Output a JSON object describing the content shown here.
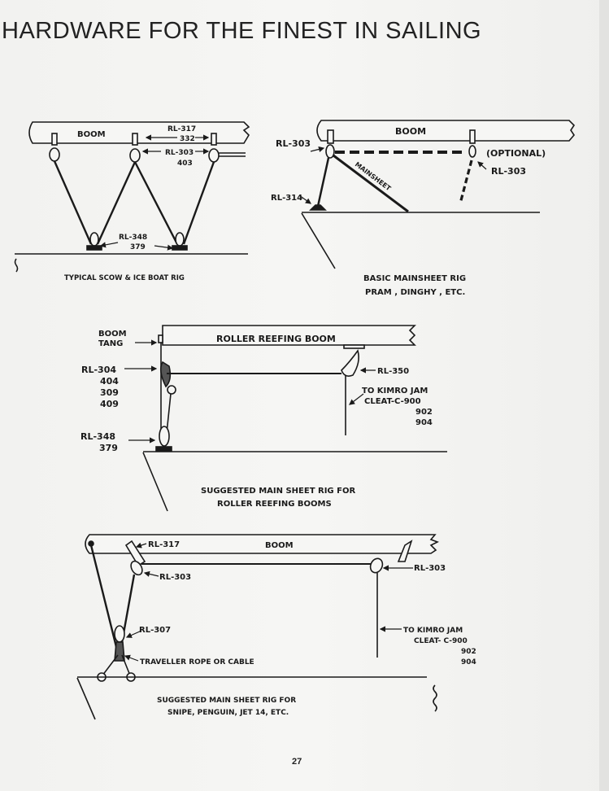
{
  "page": {
    "title": "HARDWARE FOR THE FINEST IN SAILING",
    "page_number": "27"
  },
  "diagrams": {
    "scow": {
      "boom_label": "BOOM",
      "rl317": "RL-317",
      "n332": "332",
      "rl303": "RL-303",
      "n403": "403",
      "rl348": "RL-348",
      "n379": "379",
      "caption": "TYPICAL SCOW & ICE BOAT RIG"
    },
    "basic": {
      "boom_label": "BOOM",
      "rl303_left": "RL-303",
      "optional": "(OPTIONAL)",
      "rl303_right": "RL-303",
      "mainsheet": "MAINSHEET",
      "rl314": "RL-314",
      "caption_line1": "BASIC MAINSHEET RIG",
      "caption_line2": "PRAM , DINGHY , ETC."
    },
    "roller": {
      "boom_label": "ROLLER REEFING BOOM",
      "boom_tang_1": "BOOM",
      "boom_tang_2": "TANG",
      "rl304": "RL-304",
      "n404": "404",
      "n309": "309",
      "n409": "409",
      "rl348": "RL-348",
      "n379": "379",
      "rl350": "RL-350",
      "kimro_1": "TO KIMRO JAM",
      "kimro_2": "CLEAT-C-900",
      "kimro_3": "902",
      "kimro_4": "904",
      "caption_line1": "SUGGESTED MAIN SHEET RIG FOR",
      "caption_line2": "ROLLER REEFING BOOMS"
    },
    "snipe": {
      "boom_label": "BOOM",
      "rl317": "RL-317",
      "rl303_left": "RL-303",
      "rl303_right": "RL-303",
      "rl307": "RL-307",
      "traveller": "TRAVELLER ROPE OR CABLE",
      "kimro_1": "TO KIMRO JAM",
      "kimro_2": "CLEAT- C-900",
      "kimro_3": "902",
      "kimro_4": "904",
      "caption_line1": "SUGGESTED MAIN SHEET RIG FOR",
      "caption_line2": "SNIPE, PENGUIN, JET 14, ETC."
    }
  }
}
